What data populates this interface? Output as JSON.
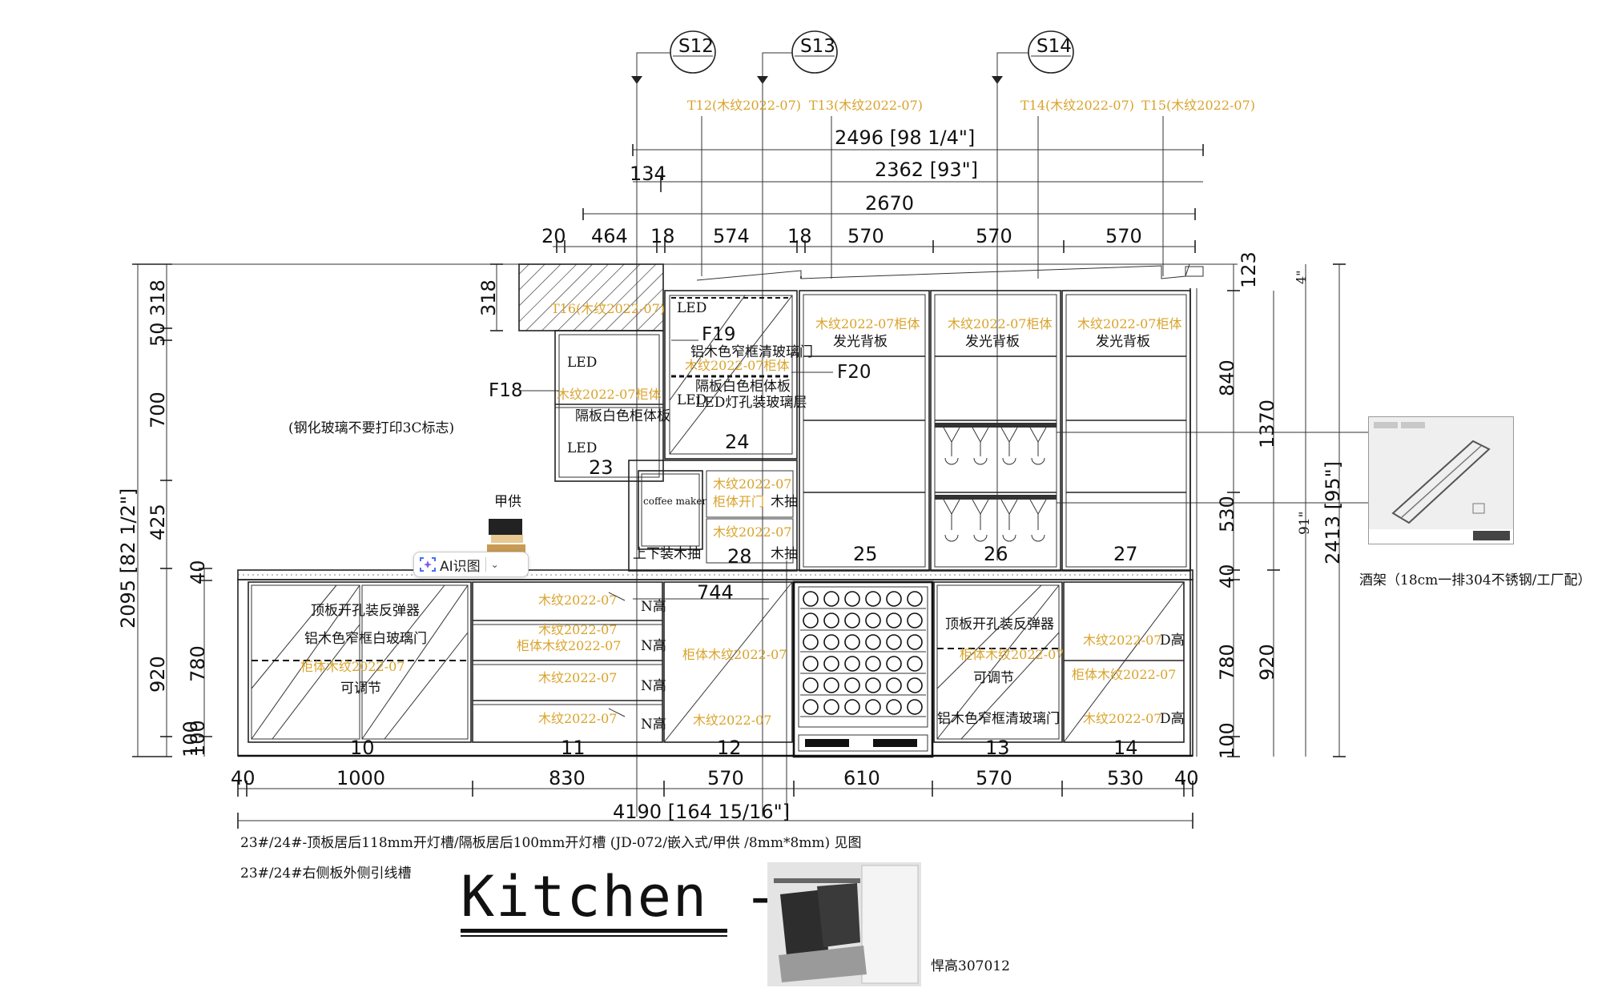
{
  "title": "Kitchen - G",
  "sections": [
    "S12",
    "S13",
    "S14"
  ],
  "top_labels": [
    "T12(木纹2022-07)",
    "T13(木纹2022-07)",
    "T14(木纹2022-07)",
    "T15(木纹2022-07)"
  ],
  "overall_dims": {
    "d1": "2496 [98 1/4\"]",
    "d2": "2362 [93\"]",
    "d3": "134",
    "d4": "2670",
    "total": "4190 [164 15/16\"]"
  },
  "upper_dims": [
    "20",
    "464",
    "18",
    "574",
    "18",
    "570",
    "570",
    "570"
  ],
  "bottom_dims": [
    "40",
    "1000",
    "830",
    "570",
    "610",
    "570",
    "530",
    "40"
  ],
  "left_dims": {
    "outer": "2095 [82 1/2\"]",
    "outer_parts": [
      "318",
      "50",
      "700",
      "425",
      "920",
      "100"
    ],
    "inner": [
      "318",
      "40",
      "780",
      "100"
    ]
  },
  "right_dims": {
    "col1": [
      "123",
      "840",
      "530",
      "40",
      "780",
      "100"
    ],
    "col2": [
      "1370",
      "920"
    ],
    "col3": [
      "4\"",
      "91\""
    ],
    "outer": "2413 [95\"]"
  },
  "callouts": {
    "F18": "F18",
    "F19": "F19",
    "F20": "F20",
    "dim_744": "744"
  },
  "notes": {
    "glass": "(钢化玻璃不要打印3C标志)",
    "jiagong": "甲供",
    "rack": "酒架（18cm一排304不锈钢/工厂配）",
    "note1": "23#/24#-顶板居后118mm开灯槽/隔板居后100mm开灯槽 (JD-072/嵌入式/甲供 /8mm*8mm) 见图",
    "note2": "23#/24#右侧板外侧引线槽",
    "bin": "悍高307012",
    "coffee": "coffee maker"
  },
  "cabinet_numbers": [
    "10",
    "11",
    "12",
    "13",
    "14",
    "23",
    "24",
    "25",
    "26",
    "27",
    "28"
  ],
  "cabinet_texts": {
    "c10_a": "顶板开孔装反弹器",
    "c10_b": "铝木色窄框白玻璃门",
    "c10_c": "柜体木纹2022-07",
    "c10_d": "可调节",
    "c11_rows": [
      "木纹2022-07",
      "木纹2022-07",
      "柜体木纹2022-07",
      "木纹2022-07",
      "木纹2022-07"
    ],
    "c11_h": "N高",
    "c12_a": "柜体木纹2022-07",
    "c12_b": "木纹2022-07",
    "c13_a": "顶板开孔装反弹器",
    "c13_b": "柜体木纹2022-07",
    "c13_c": "可调节",
    "c13_d": "铝木色窄框清玻璃门",
    "c14_a": "木纹2022-07",
    "c14_b": "柜体木纹2022-07",
    "c14_c": "木纹2022-07",
    "c14_h": "D高",
    "u_back": "木纹2022-07柜体",
    "u_back2": "发光背板",
    "u23_top": "T16(木纹2022-07)",
    "u23_a": "木纹2022-07柜体",
    "u23_b": "隔板白色柜体板",
    "u24_a": "铝木色窄框清玻璃门",
    "u24_b": "木纹2022-07柜体",
    "u24_c": "隔板白色柜体板",
    "u24_d": "LED灯孔装玻璃层",
    "u28_a": "木纹2022-07",
    "u28_b": "柜体开门",
    "u28_c": "木纹2022-07",
    "u28_d": "木抽",
    "u28_e": "上下装木抽",
    "led": "LED"
  },
  "ui": {
    "ai_button": "AI识图"
  },
  "colors": {
    "annotation": "#d9a22a",
    "line": "#222222"
  }
}
